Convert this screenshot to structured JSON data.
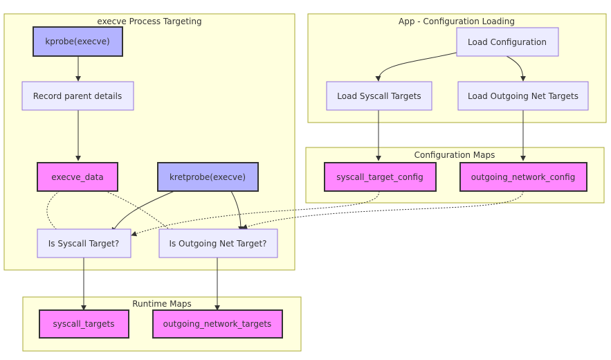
{
  "clusters": {
    "execve": "execve Process Targeting",
    "app": "App - Configuration Loading",
    "config_maps": "Configuration Maps",
    "runtime_maps": "Runtime Maps"
  },
  "nodes": {
    "kprobe": "kprobe(execve)",
    "record_parent": "Record parent details",
    "execve_data": "execve_data",
    "kretprobe": "kretprobe(execve)",
    "is_syscall": "Is Syscall Target?",
    "is_outgoing": "Is Outgoing Net Target?",
    "load_config": "Load Configuration",
    "load_syscall": "Load Syscall Targets",
    "load_outgoing": "Load Outgoing Net Targets",
    "syscall_target_config": "syscall_target_config",
    "outgoing_network_config": "outgoing_network_config",
    "syscall_targets": "syscall_targets",
    "outgoing_network_targets": "outgoing_network_targets"
  },
  "colors": {
    "cluster_fill": "#ffffde",
    "cluster_stroke": "#aaaa33",
    "process_fill": "#ececff",
    "process_stroke": "#9370db",
    "probe_fill": "#b3b3ff",
    "map_fill": "#ff88ff",
    "edge": "#333333"
  }
}
